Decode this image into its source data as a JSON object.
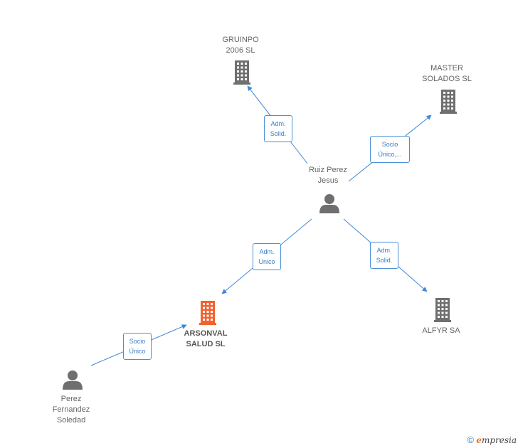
{
  "colors": {
    "edge": "#3f87d6",
    "node_company": "#6f6f6f",
    "node_focus": "#f4612d",
    "node_person": "#6f6f6f"
  },
  "nodes": [
    {
      "id": "gruinpo",
      "type": "company",
      "label": "GRUINPO\n2006 SL"
    },
    {
      "id": "master",
      "type": "company",
      "label": "MASTER\nSOLADOS SL"
    },
    {
      "id": "ruiz",
      "type": "person",
      "label": "Ruiz Perez\nJesus"
    },
    {
      "id": "arsonval",
      "type": "company-focus",
      "label": "ARSONVAL\nSALUD SL"
    },
    {
      "id": "alfyr",
      "type": "company",
      "label": "ALFYR SA"
    },
    {
      "id": "perez",
      "type": "person",
      "label": "Perez\nFernandez\nSoledad"
    }
  ],
  "edges": [
    {
      "from": "ruiz",
      "to": "gruinpo",
      "label": "Adm.\nSolid."
    },
    {
      "from": "ruiz",
      "to": "master",
      "label": "Socio\nÚnico,..."
    },
    {
      "from": "ruiz",
      "to": "arsonval",
      "label": "Adm.\nUnico"
    },
    {
      "from": "ruiz",
      "to": "alfyr",
      "label": "Adm.\nSolid."
    },
    {
      "from": "perez",
      "to": "arsonval",
      "label": "Socio\nÚnico"
    }
  ],
  "footer": {
    "copyright": "©",
    "brand_e": "e",
    "brand_rest": "mpresia"
  }
}
